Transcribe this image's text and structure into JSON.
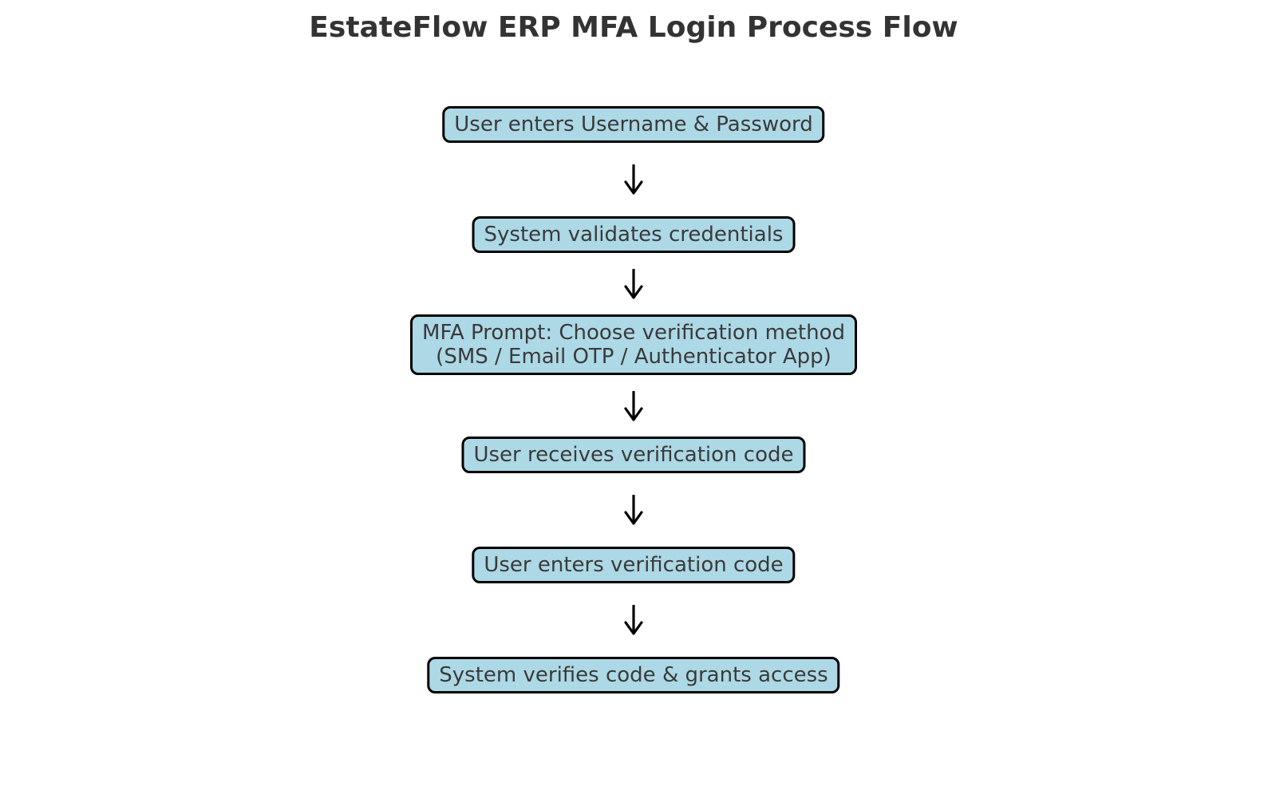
{
  "title": "EstateFlow ERP MFA Login Process Flow",
  "colors": {
    "box_fill": "#ADD8E6",
    "box_border": "#000000",
    "box_text": "#3A3A3A",
    "title_text": "#333333",
    "arrow": "#000000"
  },
  "steps": [
    {
      "lines": [
        "User enters Username & Password"
      ]
    },
    {
      "lines": [
        "System validates credentials"
      ]
    },
    {
      "lines": [
        "MFA Prompt: Choose verification method",
        "(SMS / Email OTP / Authenticator App)"
      ]
    },
    {
      "lines": [
        "User receives verification code"
      ]
    },
    {
      "lines": [
        "User enters verification code"
      ]
    },
    {
      "lines": [
        "System verifies code & grants access"
      ]
    }
  ]
}
